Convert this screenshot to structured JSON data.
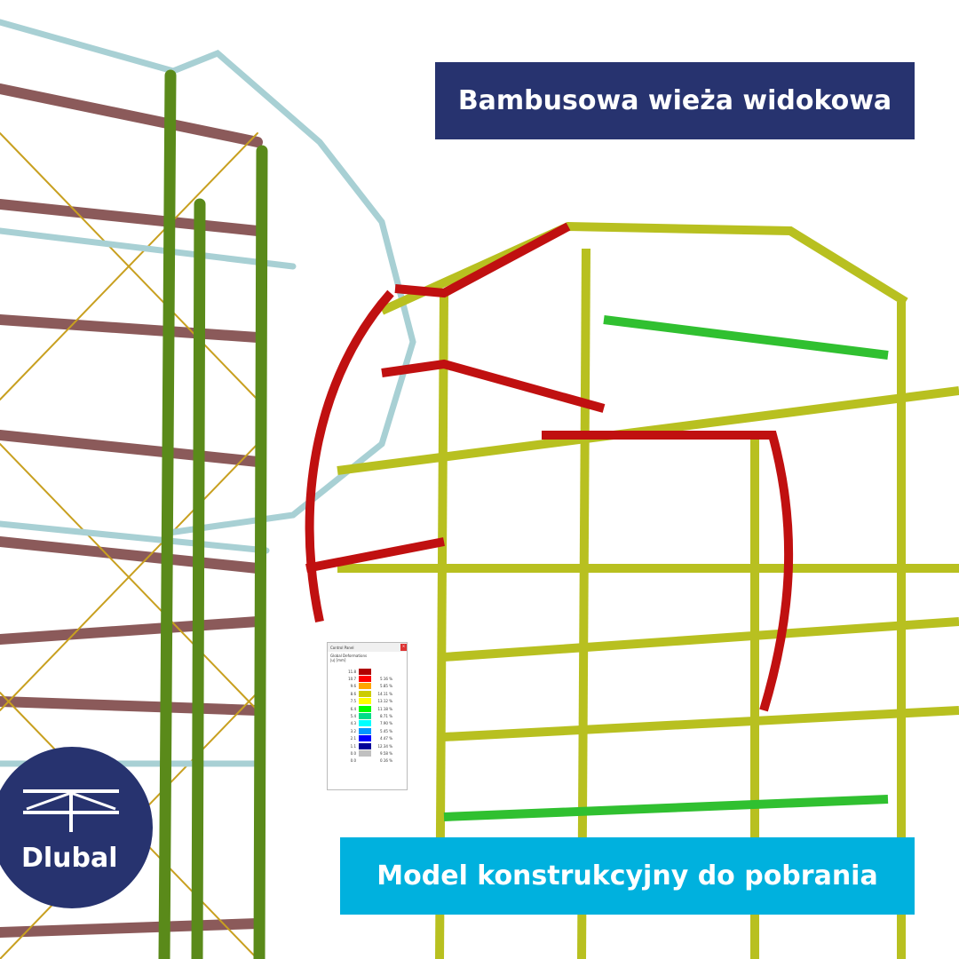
{
  "title_banner": "Bambusowa wieża widokowa",
  "download_banner": "Model konstrukcyjny do pobrania",
  "logo": {
    "text": "Dlubal",
    "icon": "dlubal-bridge-logo"
  },
  "control_panel": {
    "title": "Control Panel",
    "subtitle": "Global Deformations",
    "unit": "|u| [mm]",
    "legend": [
      {
        "value": "11.8",
        "color": "#b00000",
        "percent": ""
      },
      {
        "value": "10.7",
        "color": "#ff0000",
        "percent": "5.16 %"
      },
      {
        "value": "9.6",
        "color": "#ffa500",
        "percent": "5.85 %"
      },
      {
        "value": "8.6",
        "color": "#cccc00",
        "percent": "14.11 %"
      },
      {
        "value": "7.5",
        "color": "#ffff00",
        "percent": "13.12 %"
      },
      {
        "value": "6.4",
        "color": "#00ff00",
        "percent": "11.18 %"
      },
      {
        "value": "5.4",
        "color": "#00dd88",
        "percent": "8.71 %"
      },
      {
        "value": "4.3",
        "color": "#00ffff",
        "percent": "7.90 %"
      },
      {
        "value": "3.2",
        "color": "#0099ff",
        "percent": "5.45 %"
      },
      {
        "value": "2.1",
        "color": "#0000ff",
        "percent": "4.47 %"
      },
      {
        "value": "1.1",
        "color": "#000099",
        "percent": "12.34 %"
      },
      {
        "value": "0.0",
        "color": "#c0c0c0",
        "percent": "9.58 %"
      },
      {
        "value": "0.0",
        "color": "",
        "percent": "0.16 %"
      }
    ]
  }
}
